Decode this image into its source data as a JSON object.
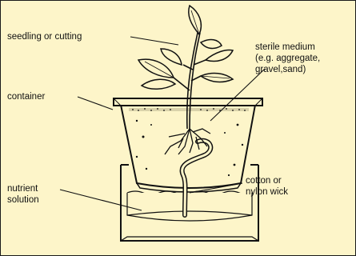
{
  "labels": {
    "seedling": "seedling or cutting",
    "medium_line1": "sterile medium",
    "medium_line2": "(e.g. aggregate,",
    "medium_line3": "gravel,sand)",
    "container": "container",
    "nutrient_line1": "nutrient",
    "nutrient_line2": "solution",
    "wick_line1": "cotton or",
    "wick_line2": "nylon wick"
  },
  "colors": {
    "background": "#fdf5c9",
    "ink": "#111111"
  }
}
